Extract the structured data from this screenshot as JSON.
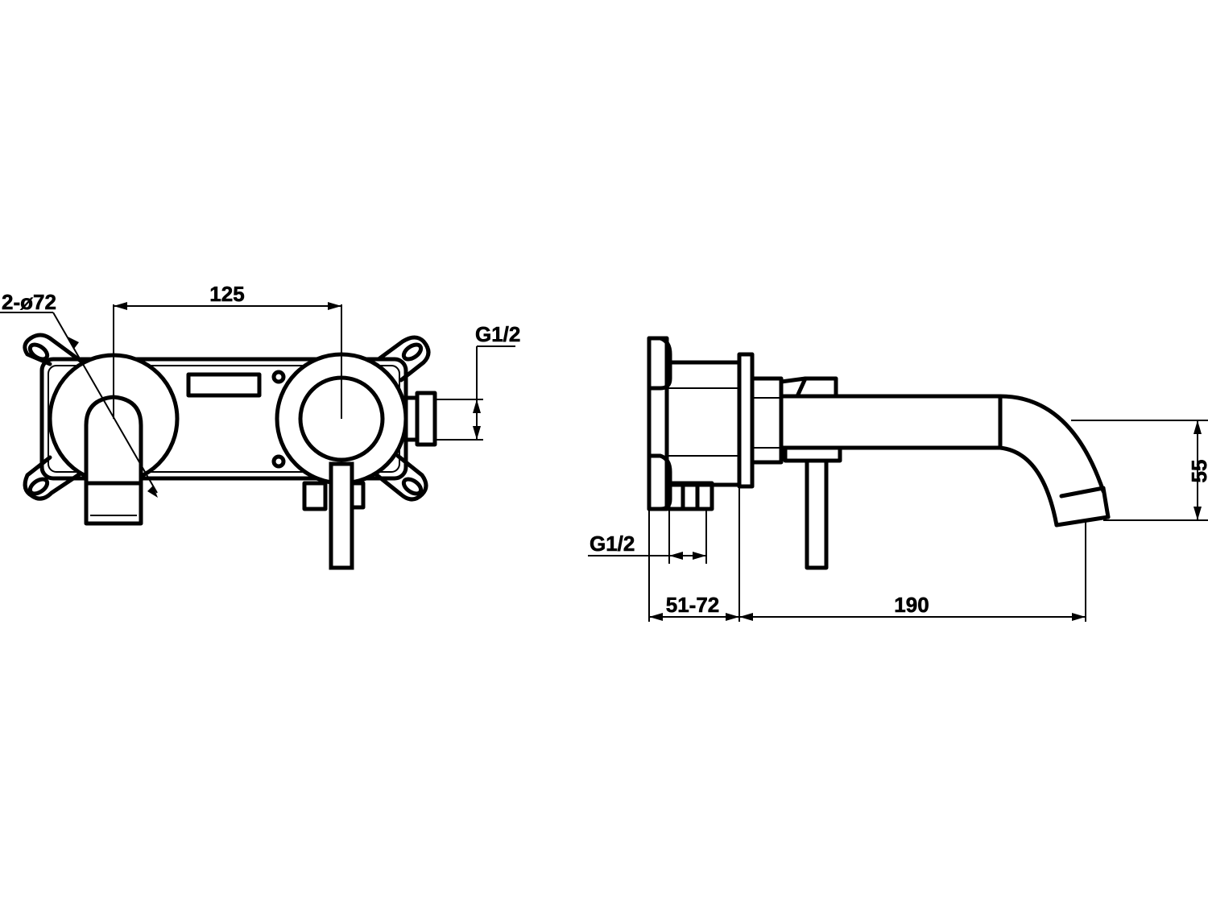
{
  "front_view": {
    "dim_width": "125",
    "dim_hole": "2-ø72",
    "dim_thread_right": "G1/2"
  },
  "side_view": {
    "dim_thread_bottom": "G1/2",
    "dim_wall": "51-72",
    "dim_spout_length": "190",
    "dim_height": "55"
  }
}
